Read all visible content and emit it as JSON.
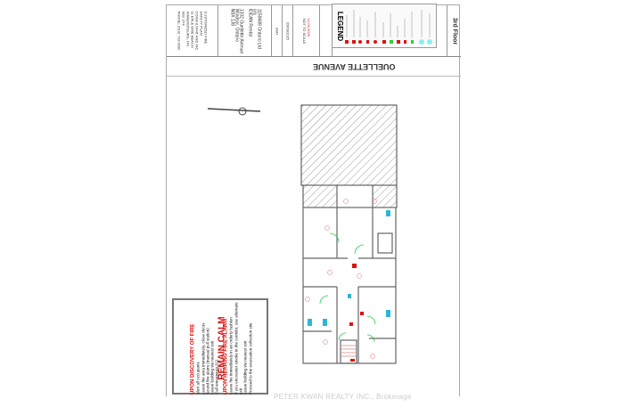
{
  "title_block": {
    "company": [
      "CUSTOMIZED FIRE",
      "SAFETY PLAN",
      "CONSULTANT AND INC.",
      "11 ERLE ERIE BEACH",
      "AMHERSTBURG, ON",
      "N9V 2Y4",
      "PHONE: (519) 733-0000"
    ],
    "owner": [
      "1159688 Ontario Ltd",
      "o/a",
      "IDEAN Rental"
    ],
    "address": [
      "1332 Ouellette Avenue",
      "Windsor, Ontario",
      "N8X 1J8"
    ],
    "drawn_by": "AMJ",
    "date": "05/09/2025",
    "revision": "12-09-2025",
    "scale": "NOT TO SCALE",
    "sheet": "3rd Floor"
  },
  "legend": {
    "title": "LEGEND"
  },
  "street": "OUELLETTE AVENUE",
  "notice": {
    "heading1": "UPON DISCOVERY OF FIRE",
    "items1": [
      "Alert all occupants",
      "Leave fire area immediately, close doors",
      "Sound fire alarm (manual pull station)",
      "Leave building via nearest exit",
      "Call emergency 911"
    ],
    "calm": "REMAIN CALM",
    "heading2": "UPON HEARING FIRE ALARM",
    "items2": [
      "Leave fire immediately in an orderly fashion",
      "If you encounter smoke in the corridor, use alternate exit",
      "Leave building via nearest exit",
      "Proceed to the evacuation collection site"
    ]
  },
  "watermark": "PETER KWAN REALTY INC., Brokerage",
  "colors": {
    "alarm": "#d11111",
    "fixtures": "#2bb8d4",
    "doors": "#22cc44"
  }
}
